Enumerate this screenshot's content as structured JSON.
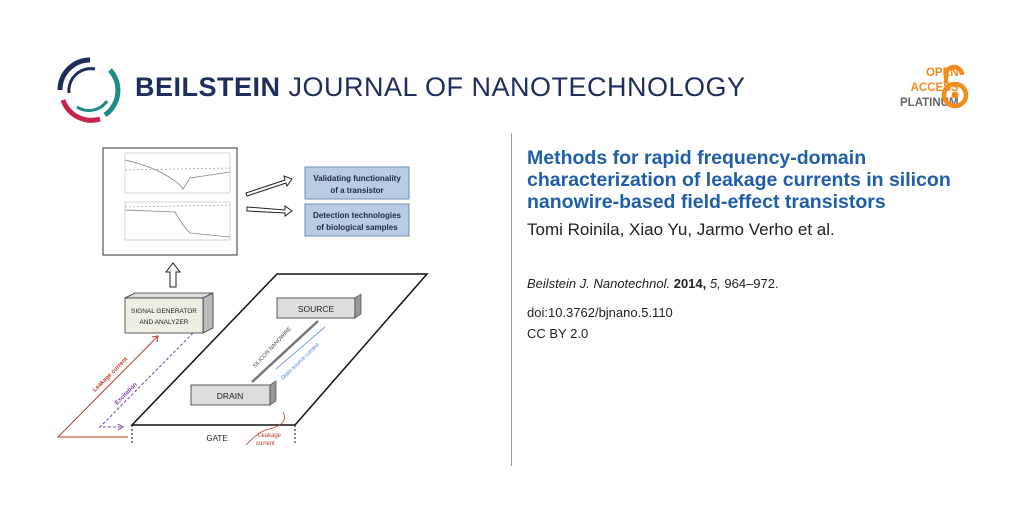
{
  "header": {
    "journal_bold": "BEILSTEIN",
    "journal_rest": " JOURNAL OF NANOTECHNOLOGY",
    "open_access": [
      "OPEN",
      "ACCESS",
      "PLATINUM"
    ]
  },
  "colors": {
    "navy": "#1d2d5c",
    "accent": "#1f5ea8",
    "orange": "#f28c1e",
    "crimson": "#c8234a",
    "teal": "#1f8a8a"
  },
  "article": {
    "title": "Methods for rapid frequency-domain characterization of leakage currents in silicon nanowire-based field-effect transistors",
    "authors": "Tomi Roinila, Xiao Yu, Jarmo Verho et al.",
    "journal_abbrev": "Beilstein J. Nanotechnol.",
    "year": "2014,",
    "volume": "5,",
    "pages": "964–972.",
    "doi": "doi:10.3762/bjnano.5.110",
    "license": "CC BY 2.0"
  },
  "figure": {
    "box1": [
      "Validating functionality",
      "of a transistor"
    ],
    "box2": [
      "Detection technologies",
      "of biological samples"
    ],
    "generator": [
      "SIGNAL GENERATOR",
      "AND ANALYZER"
    ],
    "source": "SOURCE",
    "drain": "DRAIN",
    "gate": "GATE",
    "nanowire": "SILICON NANOWIRE",
    "drain_source_current": "Drain-source current",
    "leakage_current": "Leakage current",
    "excitation": "Excitation",
    "leakage_small": [
      "Leakage",
      "current"
    ]
  }
}
